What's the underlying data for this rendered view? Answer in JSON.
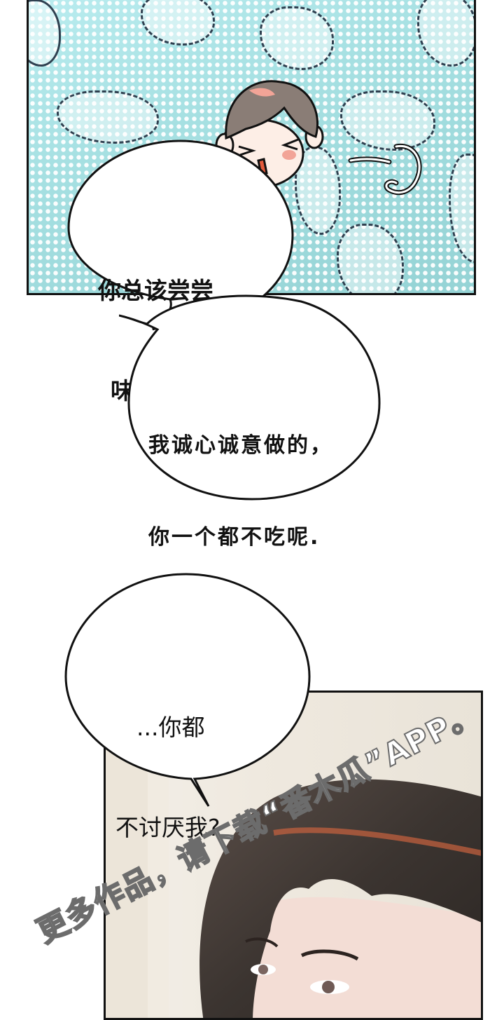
{
  "page": {
    "type": "webcomic-strip",
    "background": "#ffffff"
  },
  "panels": [
    {
      "id": "panel-top",
      "scene": "chibi character in front of blue dotted background with dashed food doodles",
      "colors": {
        "background": "#a6e0e2",
        "dots": "#ffffff",
        "doodle_outline": "#2f4050",
        "hair": "#8a7d76",
        "blush": "#f2a497"
      }
    },
    {
      "id": "panel-bottom",
      "scene": "close-up of dark-haired man looking down",
      "colors": {
        "background": "#efe9df",
        "hair": "#3b3430",
        "skin": "#f3ddd5"
      }
    }
  ],
  "bubbles": [
    {
      "id": "bubble-1",
      "lines": [
        "你总该尝尝",
        "味道吧!"
      ]
    },
    {
      "id": "bubble-2",
      "lines": [
        "我诚心诚意做的，",
        "你一个都不吃呢."
      ]
    },
    {
      "id": "bubble-3",
      "lines": [
        "...你都",
        "不讨厌我?"
      ]
    }
  ],
  "watermark": {
    "text": "更多作品，请下载“番木瓜”APP。"
  },
  "icons": {
    "swirl": "squiggle-sfx"
  }
}
